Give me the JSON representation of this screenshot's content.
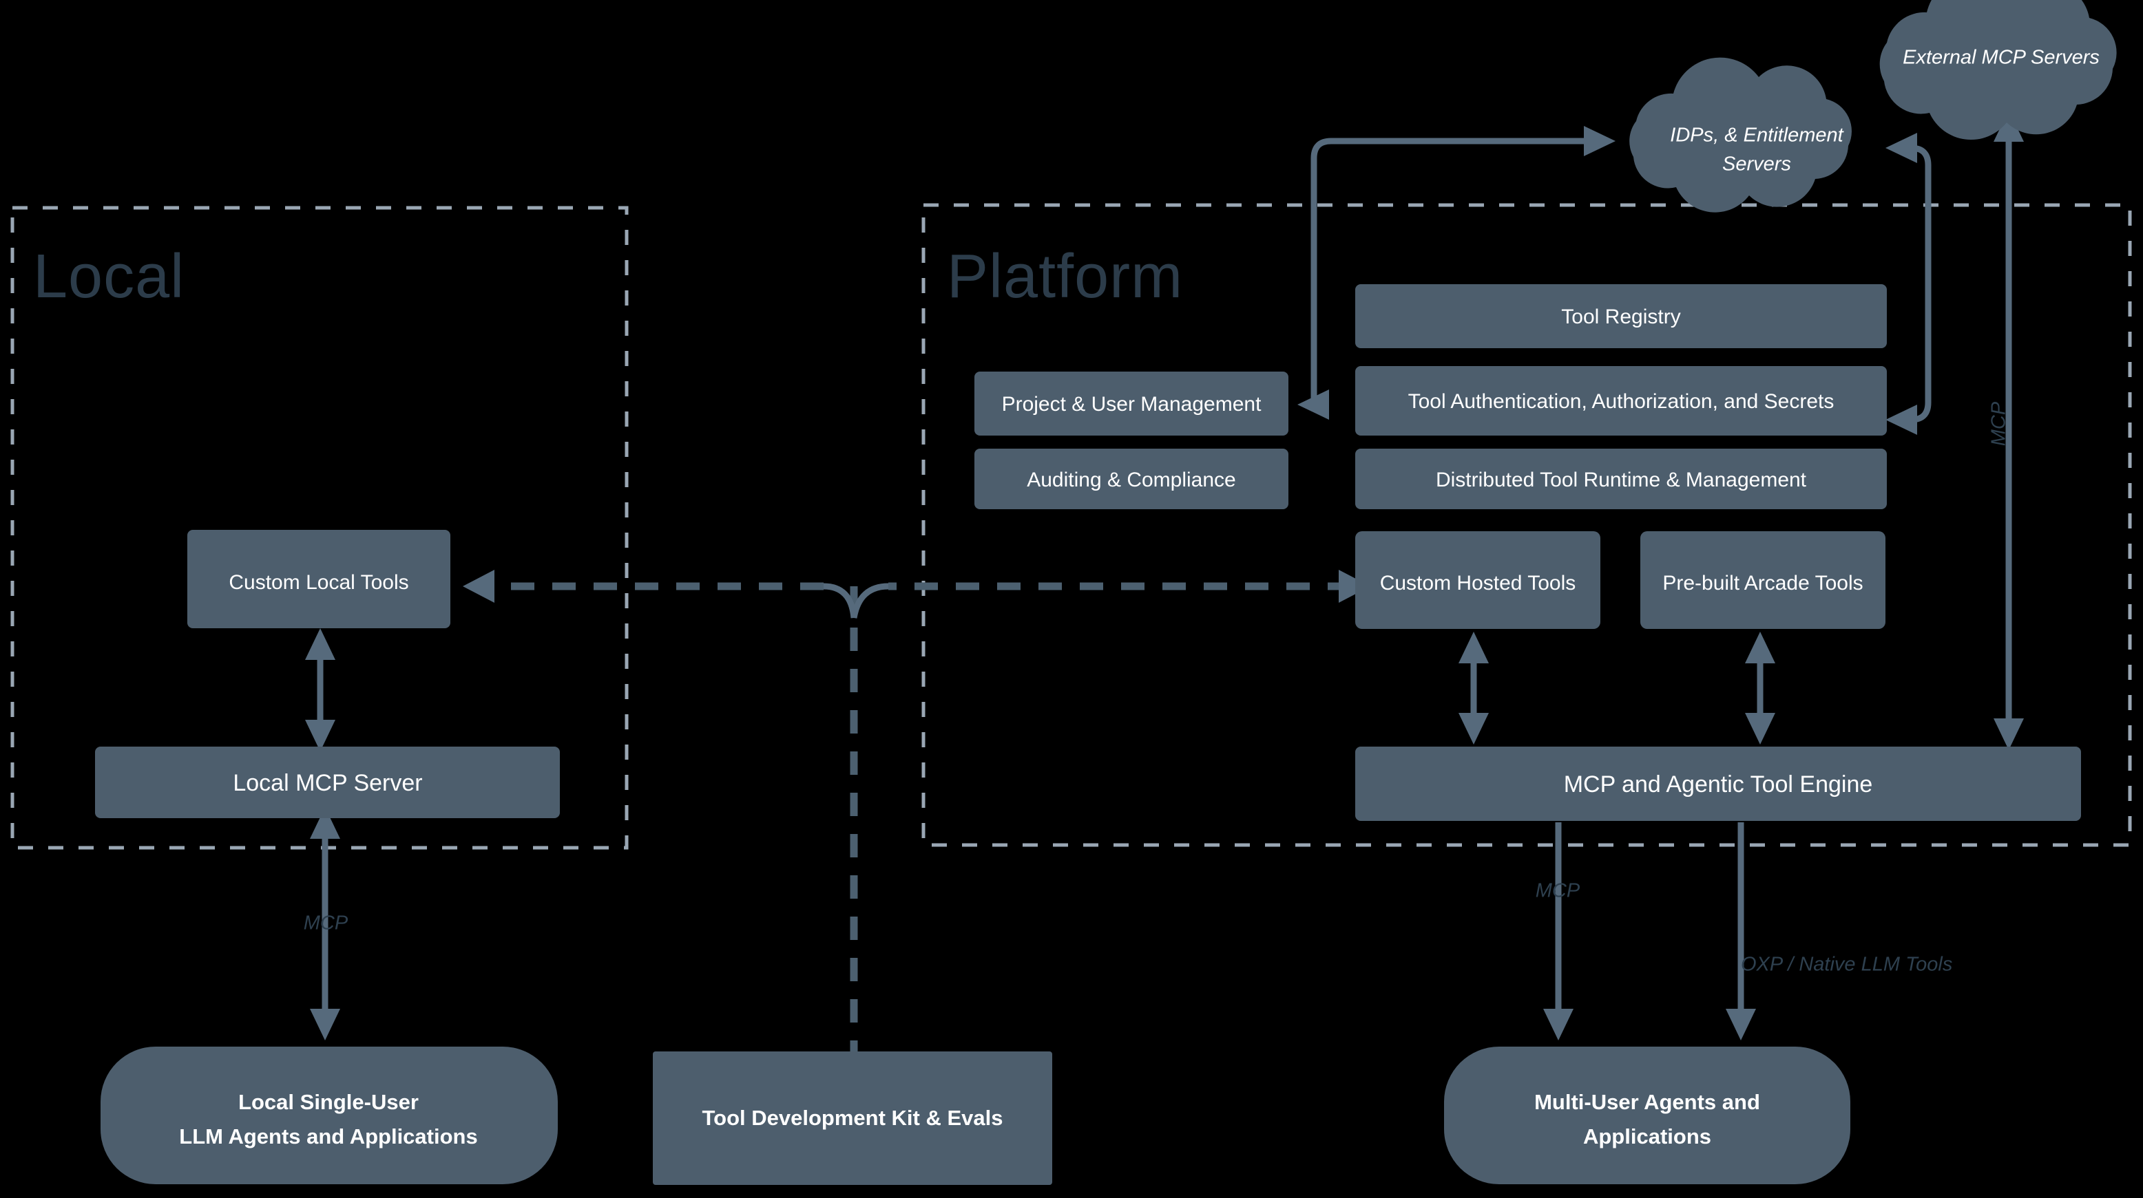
{
  "zones": [
    {
      "id": "local",
      "title": "Local"
    },
    {
      "id": "platform",
      "title": "Platform"
    }
  ],
  "clouds": [
    {
      "id": "external-mcp-servers",
      "label": "External MCP Servers"
    },
    {
      "id": "idps-entitlement-servers",
      "label_line1": "IDPs, & Entitlement",
      "label_line2": "Servers"
    }
  ],
  "platform_nodes": {
    "tool_registry": "Tool Registry",
    "project_user_management": "Project & User Management",
    "tool_auth": "Tool Authentication, Authorization, and Secrets",
    "auditing_compliance": "Auditing & Compliance",
    "distributed_runtime": "Distributed Tool Runtime & Management",
    "custom_hosted_tools": "Custom Hosted Tools",
    "prebuilt_arcade_tools": "Pre-built Arcade Tools",
    "mcp_agentic_engine": "MCP and Agentic Tool Engine"
  },
  "local_nodes": {
    "custom_local_tools": "Custom Local Tools",
    "local_mcp_server": "Local MCP Server"
  },
  "consumers": {
    "local_agents_line1": "Local Single-User",
    "local_agents_line2": "LLM Agents and Applications",
    "tool_dev_kit": "Tool Development Kit & Evals",
    "multi_user_line1": "Multi-User Agents and",
    "multi_user_line2": "Applications"
  },
  "edge_labels": {
    "mcp_local": "MCP",
    "mcp_platform": "MCP",
    "mcp_external": "MCP",
    "oxp_native": "OXP / Native LLM Tools"
  },
  "colors": {
    "background": "#000000",
    "node_fill": "#4d5e6d",
    "zone_border": "#9aa7b4",
    "connector": "#566a7c",
    "dashed_connector": "#4c6070",
    "zone_title": "#2c3c4a",
    "node_text": "#ffffff",
    "edge_label": "#2e404f"
  }
}
